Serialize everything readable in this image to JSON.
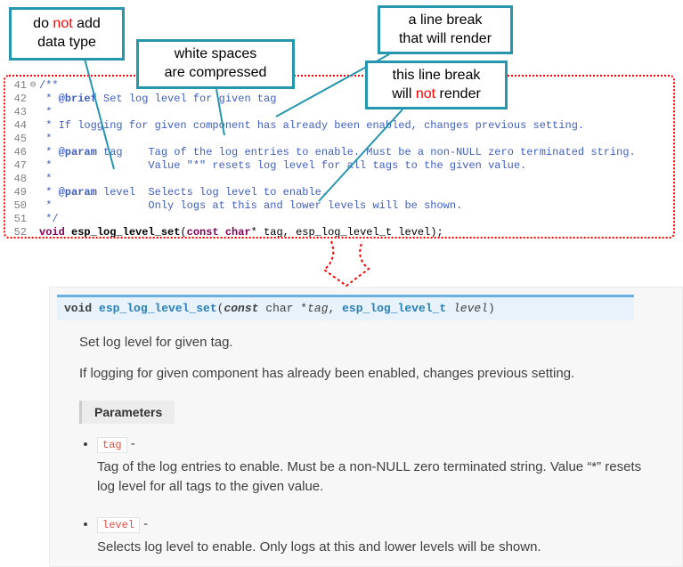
{
  "callouts": {
    "no_datatype": {
      "l1a": "do ",
      "l1b": "not",
      "l1c": " add",
      "l2": "data type"
    },
    "whitespace": {
      "l1": "white spaces",
      "l2": "are compressed"
    },
    "break_render": {
      "l1": "a line break",
      "l2": "that will render"
    },
    "break_norender": {
      "l1": "this line break",
      "l2a": "will ",
      "l2b": "not",
      "l2c": " render"
    }
  },
  "colors": {
    "callout_border": "#2596ad",
    "annotation_red": "#ff0000",
    "comment_blue": "#3f5fbf",
    "keyword_purple": "#7f0055",
    "doc_signature_bg": "#e7f2fa",
    "doc_signature_border": "#6ab0de",
    "doc_link_blue": "#2980b9",
    "literal_red": "#e74c3c"
  },
  "code": {
    "lines": [
      {
        "num": "41",
        "fold": "⊖",
        "segments": [
          {
            "c": "cmt",
            "t": "/**"
          }
        ]
      },
      {
        "num": "42",
        "segments": [
          {
            "c": "cmt",
            "t": " * "
          },
          {
            "c": "tag",
            "t": "@brief"
          },
          {
            "c": "cmt",
            "t": " Set log level for given tag"
          }
        ]
      },
      {
        "num": "43",
        "segments": [
          {
            "c": "cmt",
            "t": " *"
          }
        ]
      },
      {
        "num": "44",
        "segments": [
          {
            "c": "cmt",
            "t": " * If logging for given component has already been enabled, changes previous setting."
          }
        ]
      },
      {
        "num": "45",
        "segments": [
          {
            "c": "cmt",
            "t": " *"
          }
        ]
      },
      {
        "num": "46",
        "segments": [
          {
            "c": "cmt",
            "t": " * "
          },
          {
            "c": "tag",
            "t": "@param"
          },
          {
            "c": "cmt",
            "t": " tag    Tag of the log entries to enable. Must be a non-NULL zero terminated string."
          }
        ]
      },
      {
        "num": "47",
        "segments": [
          {
            "c": "cmt",
            "t": " *               Value \"*\" resets log level for all tags to the given value."
          }
        ]
      },
      {
        "num": "48",
        "segments": [
          {
            "c": "cmt",
            "t": " *"
          }
        ]
      },
      {
        "num": "49",
        "segments": [
          {
            "c": "cmt",
            "t": " * "
          },
          {
            "c": "tag",
            "t": "@param"
          },
          {
            "c": "cmt",
            "t": " level  Selects log level to enable."
          }
        ]
      },
      {
        "num": "50",
        "segments": [
          {
            "c": "cmt",
            "t": " *               Only logs at this and lower levels will be shown."
          }
        ]
      },
      {
        "num": "51",
        "segments": [
          {
            "c": "cmt",
            "t": " */"
          }
        ]
      },
      {
        "num": "52",
        "segments": [
          {
            "c": "kw",
            "t": "void"
          },
          {
            "c": "code",
            "t": " "
          },
          {
            "c": "fn",
            "t": "esp_log_level_set"
          },
          {
            "c": "code",
            "t": "("
          },
          {
            "c": "kw",
            "t": "const"
          },
          {
            "c": "code",
            "t": " "
          },
          {
            "c": "kw",
            "t": "char"
          },
          {
            "c": "code",
            "t": "* tag, esp_log_level_t level);"
          }
        ]
      }
    ]
  },
  "docs": {
    "signature": [
      {
        "c": "s-kw",
        "t": "void "
      },
      {
        "c": "s-name",
        "t": "esp_log_level_set"
      },
      {
        "c": "s-pl",
        "t": "("
      },
      {
        "c": "s-kwi",
        "t": "const"
      },
      {
        "c": "s-pl",
        "t": " "
      },
      {
        "c": "s-type2",
        "t": "char"
      },
      {
        "c": "s-pl",
        "t": " *"
      },
      {
        "c": "s-param",
        "t": "tag"
      },
      {
        "c": "s-pl",
        "t": ", "
      },
      {
        "c": "s-type",
        "t": "esp_log_level_t"
      },
      {
        "c": "s-pl",
        "t": " "
      },
      {
        "c": "s-param",
        "t": "level"
      },
      {
        "c": "s-pl",
        "t": ")"
      }
    ],
    "p1": "Set log level for given tag.",
    "p2": "If logging for given component has already been enabled, changes previous setting.",
    "params_label": "Parameters",
    "parameters": {
      "items": [
        {
          "name": "tag",
          "desc": "Tag of the log entries to enable. Must be a non-NULL zero terminated string. Value “*” resets log level for all tags to the given value."
        },
        {
          "name": "level",
          "desc": "Selects log level to enable. Only logs at this and lower levels will be shown."
        }
      ]
    }
  }
}
